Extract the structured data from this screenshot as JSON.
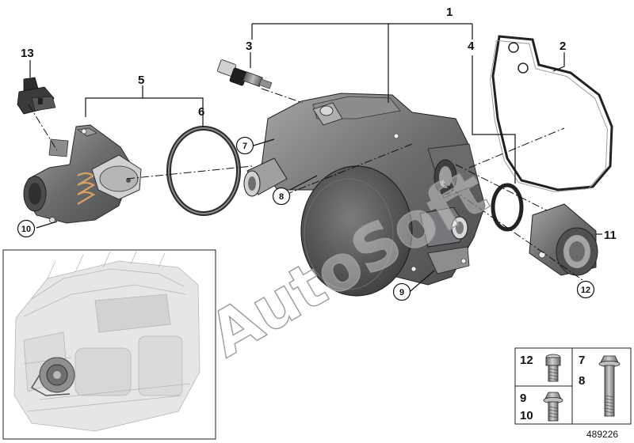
{
  "callouts": {
    "c1": "1",
    "c2": "2",
    "c3": "3",
    "c4": "4",
    "c5": "5",
    "c6": "6",
    "c7": "7",
    "c8": "8",
    "c9": "9",
    "c10": "10",
    "c11": "11",
    "c12": "12",
    "c13": "13"
  },
  "fastener_table": {
    "row1_left": "12",
    "row1_right_a": "7",
    "row1_right_b": "8",
    "row2_left_a": "9",
    "row2_left_b": "10"
  },
  "document_number": "489226",
  "watermark": "AutoSoft",
  "colors": {
    "part_dark": "#5f6062",
    "part_mid": "#8d8e90",
    "part_light": "#c4c5c7",
    "line": "#111111",
    "watermark_stroke": "#9a9a9a"
  }
}
